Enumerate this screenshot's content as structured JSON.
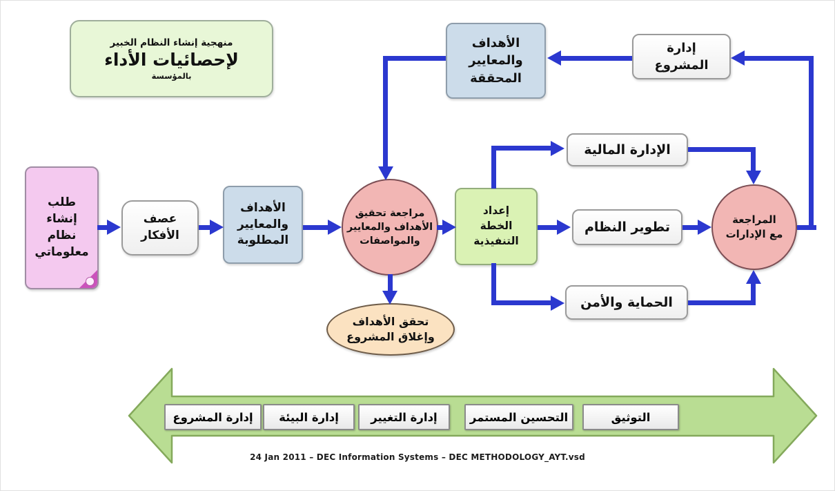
{
  "title_box": {
    "line1": "منهجية إنشاء النظام الخبير",
    "line2": "لإحصائيات الأداء",
    "line3": "بالمؤسسة"
  },
  "nodes": {
    "request": "طلب\nإنشاء\nنظام\nمعلوماتي",
    "brainstorm": "عصف\nالأفكار",
    "objectives_required": "الأهداف\nوالمعايير\nالمطلوبة",
    "review_achievement": "مراجعة تحقيق\nالأهداف والمعايير\nوالمواصفات",
    "executive_plan": "إعداد\nالخطة\nالتنفيذية",
    "financial_mgmt": "الإدارة المالية",
    "system_dev": "تطوير النظام",
    "protection_security": "الحماية والأمن",
    "review_departments": "المراجعة\nمع الإدارات",
    "project_mgmt": "إدارة\nالمشروع",
    "objectives_achieved": "الأهداف\nوالمعايير\nالمحققة",
    "goals_met_closure": "تحقق الأهداف\nوإغلاق المشروع"
  },
  "band": {
    "items": [
      "إدارة المشروع",
      "إدارة البيئة",
      "إدارة التغيير",
      "التحسين المستمر",
      "التوثيق"
    ]
  },
  "footer": "24 Jan 2011 – DEC Information Systems – DEC METHODOLOGY_AYT.vsd",
  "colors": {
    "arrow_blue": "#2b38cf",
    "band_green": "#b9dd93",
    "band_border": "#84a95b",
    "circle_pink": "#f2b6b4",
    "box_blue": "#ccdcea",
    "box_green": "#daf2b4",
    "doc_pink": "#f4c9ef",
    "oval_peach": "#fbe2c1"
  }
}
